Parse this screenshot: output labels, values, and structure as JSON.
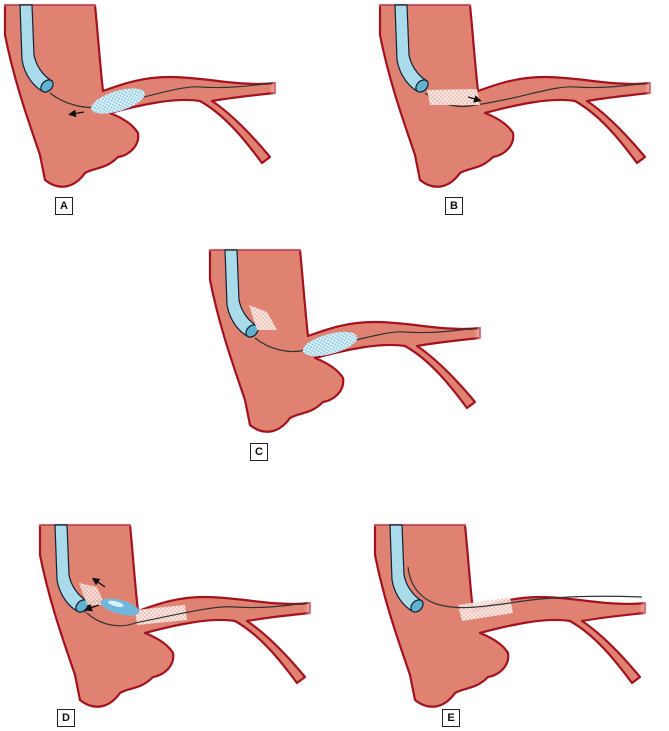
{
  "panels": [
    {
      "label": "A",
      "stage": "balloon-inflated-in-vessel"
    },
    {
      "label": "B",
      "stage": "stent-deployed"
    },
    {
      "label": "C",
      "stage": "second-stent-balloon-inflated"
    },
    {
      "label": "D",
      "stage": "balloon-withdrawn-into-ostium"
    },
    {
      "label": "E",
      "stage": "final-stent-with-wire"
    }
  ],
  "colors": {
    "tissue": "#e08272",
    "tissue_outline": "#a3121f",
    "catheter": "#a9dbea",
    "balloon": "#8fcbe6",
    "stent": "#f3d9d2",
    "wire": "#333333"
  }
}
